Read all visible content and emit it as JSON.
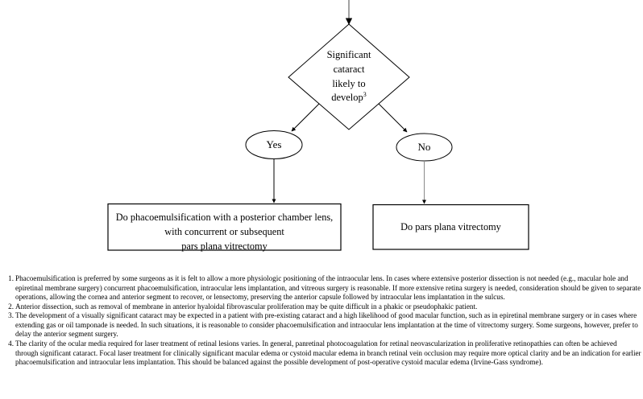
{
  "diagram": {
    "title": "Cataract / vitrectomy surgical decision flowchart",
    "decision": {
      "text_line1": "Significant",
      "text_line2": "cataract",
      "text_line3": "likely to",
      "text_line4": "develop",
      "footnote_marker": "3",
      "full_text": "Significant cataract likely to develop3"
    },
    "branches": [
      {
        "label": "Yes"
      },
      {
        "label": "No"
      }
    ],
    "outcomes": [
      {
        "line1": "Do phacoemulsification with a posterior chamber lens,",
        "line2": "with concurrent or subsequent",
        "line3": "pars plana vitrectomy",
        "full_text": "Do phacoemulsification with a posterior chamber lens, with concurrent or subsequent pars plana vitrectomy"
      },
      {
        "line1": "Do pars plana vitrectomy",
        "full_text": "Do pars plana vitrectomy"
      }
    ],
    "colors": {
      "stroke": "#000000",
      "incoming_arrow": "#808080",
      "background": "#ffffff"
    }
  },
  "footnotes": [
    {
      "number": "1.",
      "text": "Phacoemulsification is preferred by some surgeons as it is felt to allow a more physiologic positioning of the intraocular lens.  In cases where extensive posterior dissection is not needed (e.g., macular hole and epiretinal membrane surgery) concurrent phacoemulsification, intraocular lens implantation, and vitreous surgery is reasonable.  If more extensive retina surgery is needed, consideration should be given to separate operations, allowing the cornea and anterior segment to recover, or lensectomy, preserving the anterior capsule followed by intraocular lens implantation in the sulcus."
    },
    {
      "number": "2.",
      "text": "Anterior dissection, such as removal of membrane in anterior hyaloidal fibrovascular proliferation may be quite difficult in a phakic or pseudophakic patient."
    },
    {
      "number": "3.",
      "text": "The development of a visually significant cataract may be expected in a patient with pre-existing cataract and a high likelihood of good macular function, such as in epiretinal membrane surgery or in cases where extending gas or oil tamponade is needed.  In such situations, it is reasonable to consider phacoemulsification and intraocular lens implantation at the time of vitrectomy surgery.  Some surgeons, however, prefer to delay the anterior segment surgery."
    },
    {
      "number": "4.",
      "text": "The clarity of the ocular media required for laser treatment of retinal lesions varies.  In general, panretinal photocoagulation for retinal neovascularization in proliferative retinopathies can often be achieved through significant cataract.  Focal laser treatment for clinically significant macular edema or cystoid macular edema in branch retinal vein occlusion may require more optical clarity and be an indication for earlier phacoemulsification and intraocular lens implantation.  This should be balanced against the possible development of post-operative cystoid macular edema (Irvine-Gass syndrome)."
    }
  ]
}
